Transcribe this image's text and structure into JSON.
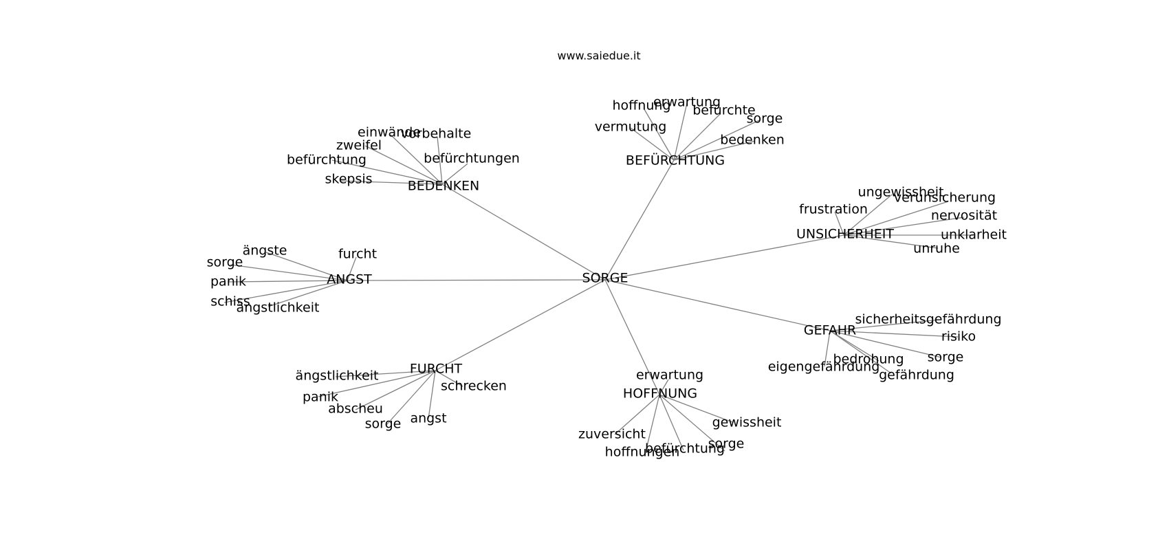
{
  "title": "www.saiedue.it",
  "colors": {
    "edge": "#808080",
    "text": "#000000",
    "background": "#ffffff"
  },
  "root": {
    "id": "sorge_root",
    "label": "SORGE"
  },
  "clusters": [
    {
      "id": "bedenken",
      "label": "BEDENKEN",
      "children": [
        {
          "id": "b_einwaende",
          "label": "einwände"
        },
        {
          "id": "b_vorbehalte",
          "label": "vorbehalte"
        },
        {
          "id": "b_zweifel",
          "label": "zweifel"
        },
        {
          "id": "b_befuerchtungen",
          "label": "befürchtungen"
        },
        {
          "id": "b_befuerchtung",
          "label": "befürchtung"
        },
        {
          "id": "b_skepsis",
          "label": "skepsis"
        }
      ]
    },
    {
      "id": "befuerchtung",
      "label": "BEFÜRCHTUNG",
      "children": [
        {
          "id": "bf_hoffnung",
          "label": "hoffnung"
        },
        {
          "id": "bf_erwartung",
          "label": "erwartung"
        },
        {
          "id": "bf_befuerchte",
          "label": "befürchte"
        },
        {
          "id": "bf_sorge",
          "label": "sorge"
        },
        {
          "id": "bf_vermutung",
          "label": "vermutung"
        },
        {
          "id": "bf_bedenken",
          "label": "bedenken"
        }
      ]
    },
    {
      "id": "unsicherheit",
      "label": "UNSICHERHEIT",
      "children": [
        {
          "id": "u_ungewissheit",
          "label": "ungewissheit"
        },
        {
          "id": "u_verunsicherung",
          "label": "verunsicherung"
        },
        {
          "id": "u_frustration",
          "label": "frustration"
        },
        {
          "id": "u_nervositaet",
          "label": "nervosität"
        },
        {
          "id": "u_unklarheit",
          "label": "unklarheit"
        },
        {
          "id": "u_unruhe",
          "label": "unruhe"
        }
      ]
    },
    {
      "id": "angst",
      "label": "ANGST",
      "children": [
        {
          "id": "a_aengste",
          "label": "ängste"
        },
        {
          "id": "a_furcht",
          "label": "furcht"
        },
        {
          "id": "a_sorge",
          "label": "sorge"
        },
        {
          "id": "a_panik",
          "label": "panik"
        },
        {
          "id": "a_schiss",
          "label": "schiss"
        },
        {
          "id": "a_aengstlichkeit",
          "label": "ängstlichkeit"
        }
      ]
    },
    {
      "id": "gefahr",
      "label": "GEFAHR",
      "children": [
        {
          "id": "g_sicherheitsgefaehrdung",
          "label": "sicherheitsgefährdung"
        },
        {
          "id": "g_risiko",
          "label": "risiko"
        },
        {
          "id": "g_sorge",
          "label": "sorge"
        },
        {
          "id": "g_bedrohung",
          "label": "bedrohung"
        },
        {
          "id": "g_eigengefaehrdung",
          "label": "eigengefährdung"
        },
        {
          "id": "g_gefaehrdung",
          "label": "gefährdung"
        }
      ]
    },
    {
      "id": "furcht",
      "label": "FURCHT",
      "children": [
        {
          "id": "f_aengstlichkeit",
          "label": "ängstlichkeit"
        },
        {
          "id": "f_schrecken",
          "label": "schrecken"
        },
        {
          "id": "f_panik",
          "label": "panik"
        },
        {
          "id": "f_abscheu",
          "label": "abscheu"
        },
        {
          "id": "f_sorge",
          "label": "sorge"
        },
        {
          "id": "f_angst",
          "label": "angst"
        }
      ]
    },
    {
      "id": "hoffnung",
      "label": "HOFFNUNG",
      "children": [
        {
          "id": "h_erwartung",
          "label": "erwartung"
        },
        {
          "id": "h_gewissheit",
          "label": "gewissheit"
        },
        {
          "id": "h_zuversicht",
          "label": "zuversicht"
        },
        {
          "id": "h_sorge",
          "label": "sorge"
        },
        {
          "id": "h_hoffnungen",
          "label": "hoffnungen"
        },
        {
          "id": "h_befuerchtung",
          "label": "befürchtung"
        }
      ]
    }
  ]
}
